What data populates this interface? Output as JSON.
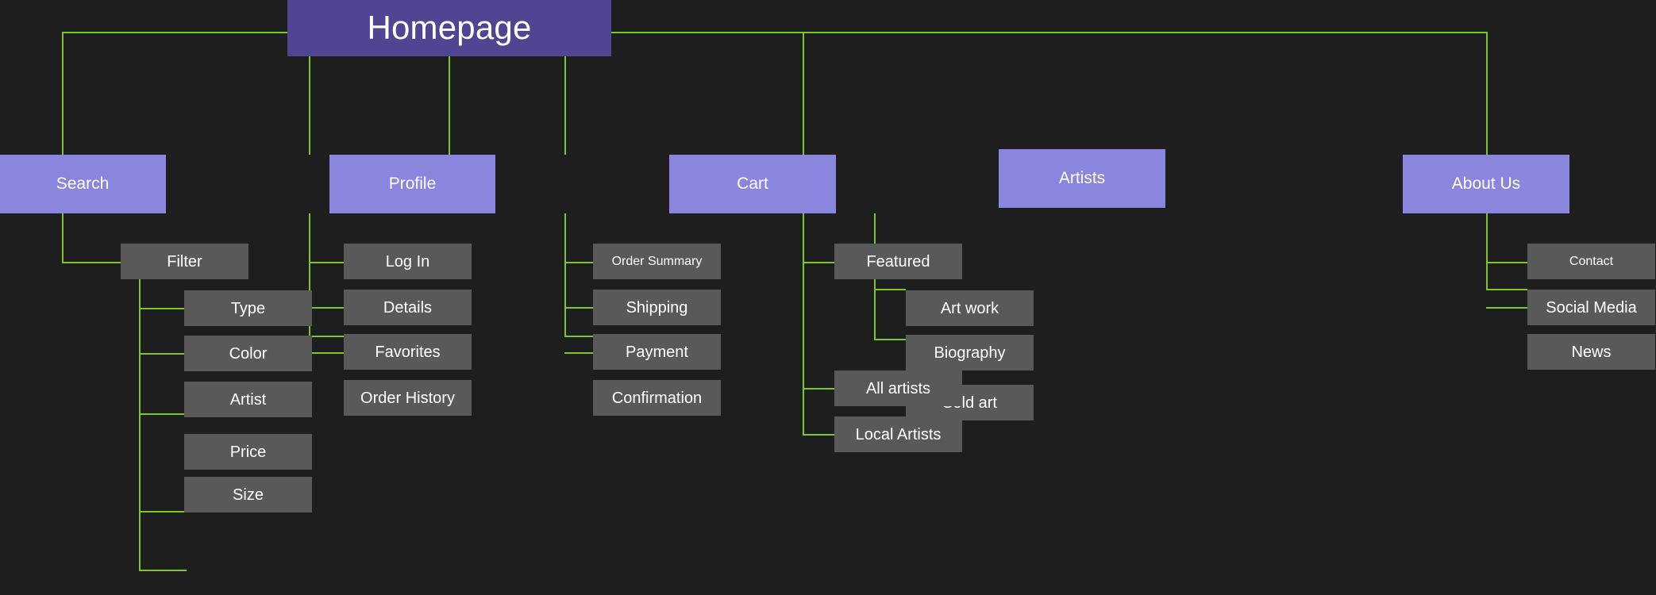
{
  "diagram": {
    "title": "Homepage",
    "type": "sitemap",
    "background_color": "#1e1e1e",
    "connector_color": "#7cc628",
    "root_color": "#4f4593",
    "section_color": "#8a85dd",
    "leaf_color": "#595959"
  },
  "root": {
    "label": "Homepage"
  },
  "sections": [
    {
      "label": "Search",
      "children": [
        {
          "label": "Filter",
          "children": [
            {
              "label": "Type"
            },
            {
              "label": "Color"
            },
            {
              "label": "Artist"
            },
            {
              "label": "Price"
            },
            {
              "label": "Size"
            }
          ]
        }
      ]
    },
    {
      "label": "Profile",
      "children": [
        {
          "label": "Log In"
        },
        {
          "label": "Details"
        },
        {
          "label": "Favorites"
        },
        {
          "label": "Order History"
        }
      ]
    },
    {
      "label": "Cart",
      "children": [
        {
          "label": "Order Summary"
        },
        {
          "label": "Shipping"
        },
        {
          "label": "Payment"
        },
        {
          "label": "Confirmation"
        }
      ]
    },
    {
      "label": "Artists",
      "children": [
        {
          "label": "Featured",
          "children": [
            {
              "label": "Art work"
            },
            {
              "label": "Biography"
            },
            {
              "label": "Sold art"
            }
          ]
        },
        {
          "label": "All artists"
        },
        {
          "label": "Local Artists"
        }
      ]
    },
    {
      "label": "About Us",
      "children": [
        {
          "label": "Contact"
        },
        {
          "label": "Social Media"
        },
        {
          "label": "News"
        }
      ]
    }
  ]
}
